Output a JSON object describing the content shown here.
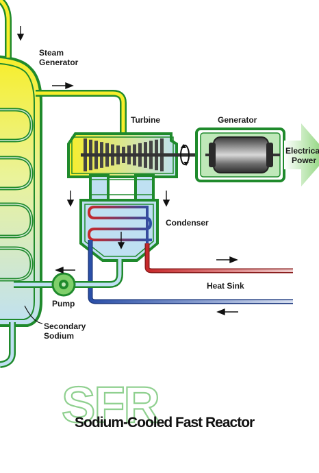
{
  "labels": {
    "steam_generator_line1": "Steam",
    "steam_generator_line2": "Generator",
    "turbine": "Turbine",
    "generator": "Generator",
    "electrical_line1": "Electrical",
    "electrical_line2": "Power",
    "condenser": "Condenser",
    "heat_sink": "Heat Sink",
    "pump": "Pump",
    "secondary_line1": "Secondary",
    "secondary_line2": "Sodium"
  },
  "logo": {
    "acronym": "SFR",
    "title": "Sodium-Cooled Fast Reactor"
  },
  "colors": {
    "pipe_green": "#1f8a2c",
    "fluid_yellow": "#f7ee2a",
    "fluid_blue": "#bfe0f2",
    "hot_red": "#c8282a",
    "cold_blue": "#2a4fa8",
    "power_green": "#7fcf6a"
  }
}
